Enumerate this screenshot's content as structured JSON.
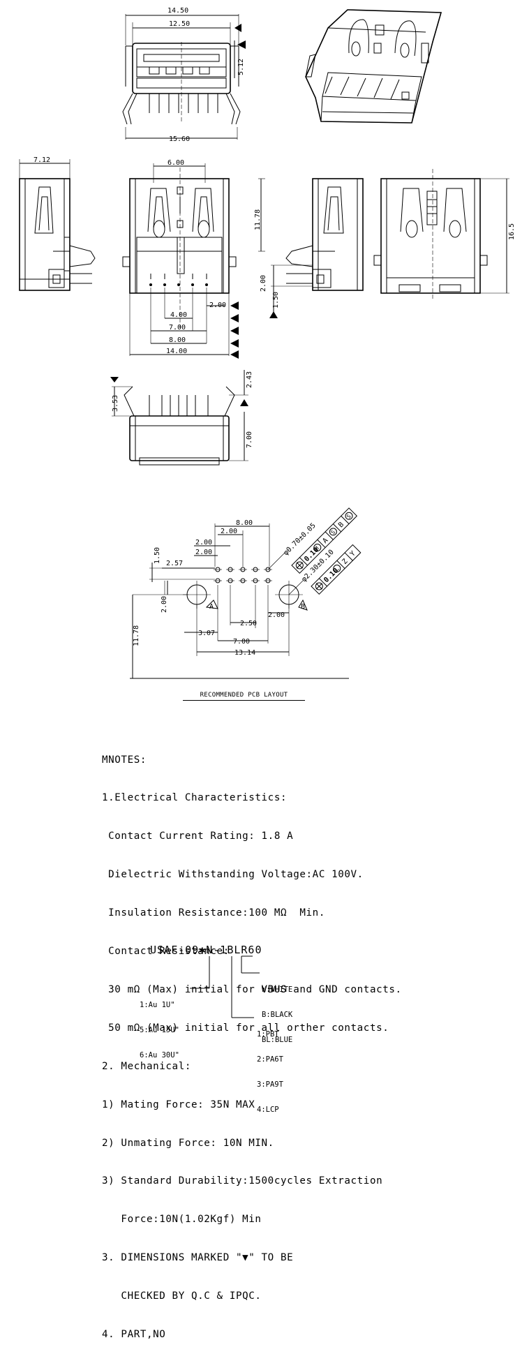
{
  "dimensions": {
    "front_top": [
      "14.50",
      "12.50",
      "5.12",
      "15.60"
    ],
    "side_width": "7.12",
    "rear_top": "6.00",
    "rear_height": "11.78",
    "rear_bottom": [
      "2.00",
      "4.00",
      "7.00",
      "8.00",
      "14.00"
    ],
    "side2": [
      "2.00",
      "1.50"
    ],
    "overall_height": "16.5",
    "bottom_view": [
      "3.53",
      "2.43",
      "7.00"
    ],
    "pcb": [
      "8.00",
      "2.00",
      "2.00",
      "2.00",
      "1.50",
      "2.57",
      "2.00",
      "2.50",
      "2.00",
      "3.07",
      "7.00",
      "13.14",
      "11.78"
    ],
    "hole_small": "φ0.70±0.05",
    "hole_large": "φ2.30±0.10",
    "fcf_small": [
      "0.10",
      "M",
      "A",
      "S",
      "B",
      "S"
    ],
    "fcf_large": [
      "0.10",
      "L",
      "Z",
      "Y"
    ],
    "datum_a": "A",
    "datum_b": "B"
  },
  "pcb_caption": "RECOMMENDED PCB LAYOUT",
  "notes": [
    "MNOTES:",
    "1.Electrical Characteristics:",
    " Contact Current Rating: 1.8 A",
    " Dielectric Withstanding Voltage:AC 100V.",
    " Insulation Resistance:100 MΩ  Min.",
    " Contact Resistance:",
    " 30 mΩ (Max) initial for VBUS and GND contacts.",
    " 50 mΩ (Max) initial for all orther contacts.",
    "2. Mechanical:",
    "1) Mating Force: 35N MAX",
    "2) Unmating Force: 10N MIN.",
    "3) Standard Durability:1500cycles Extraction",
    "   Force:10N(1.02Kgf) Min",
    "3. DIMENSIONS MARKED \"▼\" TO BE",
    "   CHECKED BY Q.C & IPQC.",
    "4. PART,NO"
  ],
  "part_number": "USAF-09✱N-1BLR60",
  "color_options": [
    "W:WHITE",
    "B:BLACK",
    "BL:BLUE"
  ],
  "plating_options": [
    "1:Au 1U\"",
    "5:Au 15U\"",
    "6:Au 30U\""
  ],
  "material_options": [
    "1:PBT",
    "2:PA6T",
    "3:PA9T",
    "4:LCP"
  ]
}
